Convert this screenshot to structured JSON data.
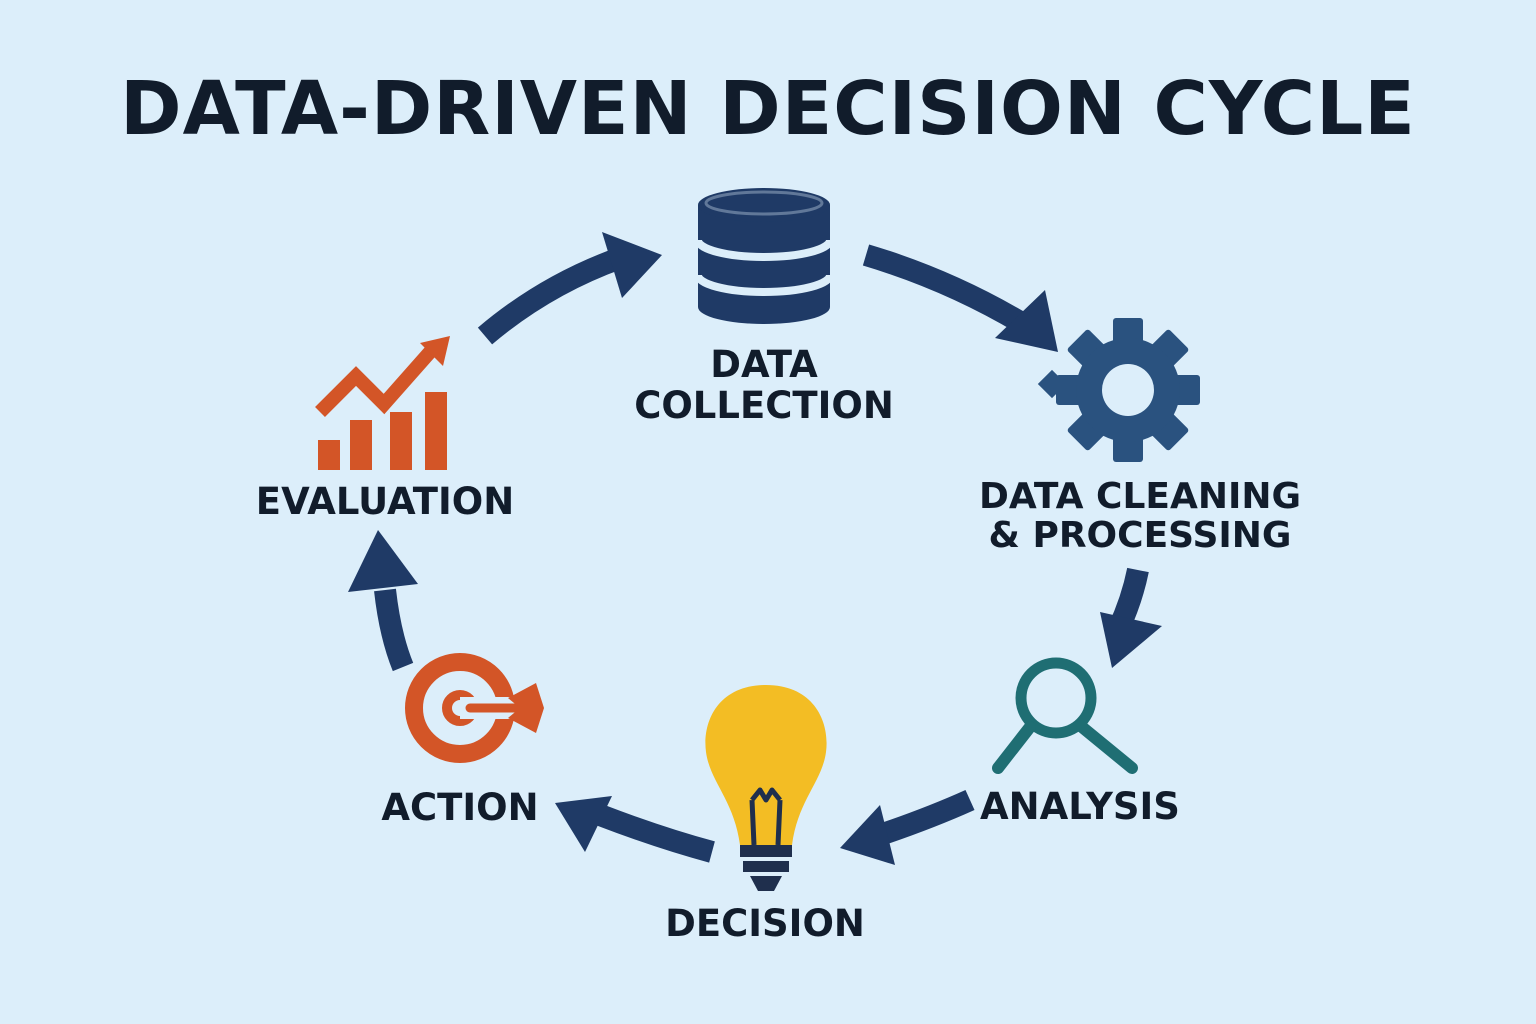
{
  "title": "DATA-DRIVEN DECISION CYCLE",
  "colors": {
    "background": "#dceefa",
    "arrow": "#1f3a66",
    "text": "#111c2b",
    "database": "#1f3a66",
    "gear": "#2a527f",
    "magnifier": "#1f6e73",
    "bulb": "#f3bd24",
    "bulb_base": "#1f2f4d",
    "target": "#d35527",
    "chart": "#d35527"
  },
  "steps": [
    {
      "label_lines": [
        "DATA",
        "COLLECTION"
      ],
      "icon": "database-icon"
    },
    {
      "label_lines": [
        "DATA CLEANING",
        "& PROCESSING"
      ],
      "icon": "gear-icon"
    },
    {
      "label_lines": [
        "ANALYSIS"
      ],
      "icon": "magnifier-icon"
    },
    {
      "label_lines": [
        "DECISION"
      ],
      "icon": "lightbulb-icon"
    },
    {
      "label_lines": [
        "ACTION"
      ],
      "icon": "target-icon"
    },
    {
      "label_lines": [
        "EVALUATION"
      ],
      "icon": "growth-chart-icon"
    }
  ]
}
